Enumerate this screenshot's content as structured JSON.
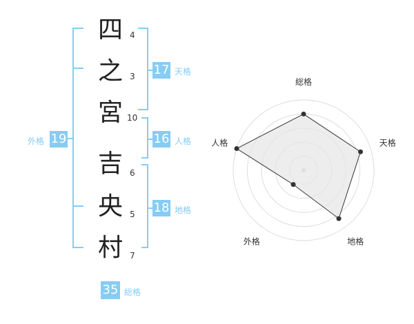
{
  "name": {
    "characters": [
      {
        "char": "四",
        "strokes": "4"
      },
      {
        "char": "之",
        "strokes": "3"
      },
      {
        "char": "宮",
        "strokes": "10"
      },
      {
        "char": "吉",
        "strokes": "6"
      },
      {
        "char": "央",
        "strokes": "5"
      },
      {
        "char": "村",
        "strokes": "7"
      }
    ]
  },
  "fortune": {
    "tenkaku": {
      "value": "17",
      "label": "天格"
    },
    "jinkaku": {
      "value": "16",
      "label": "人格"
    },
    "chikaku": {
      "value": "18",
      "label": "地格"
    },
    "gaikaku": {
      "value": "19",
      "label": "外格"
    },
    "soukaku": {
      "value": "35",
      "label": "総格"
    }
  },
  "colors": {
    "accent": "#86CCF4",
    "radar_fill": "#e6e6e6",
    "radar_line": "#333333"
  },
  "chart_data": {
    "type": "radar",
    "axes": [
      "総格",
      "天格",
      "地格",
      "外格",
      "人格"
    ],
    "values": [
      0.8,
      0.85,
      0.85,
      0.25,
      1.0
    ],
    "range": [
      0,
      1
    ],
    "rings": 5
  }
}
